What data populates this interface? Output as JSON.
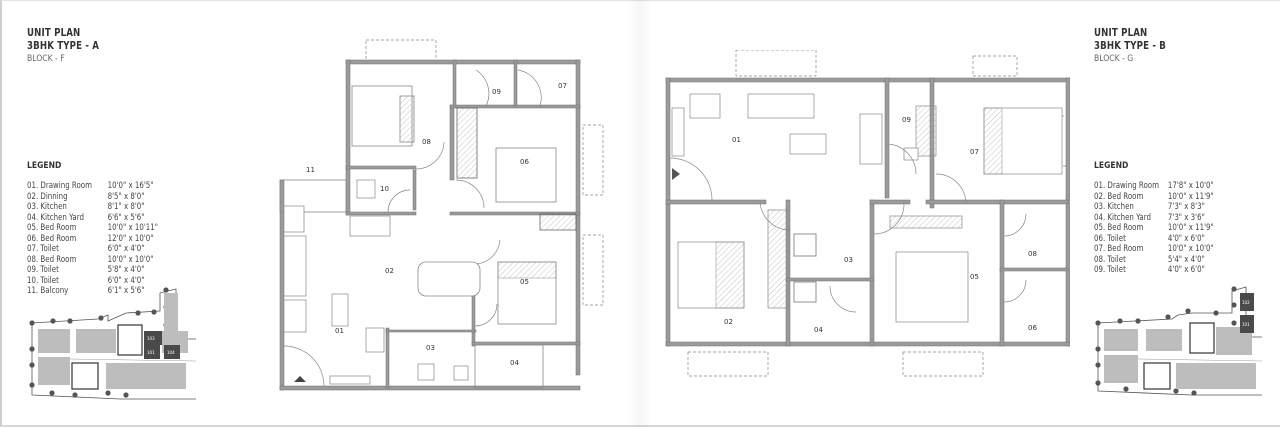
{
  "left": {
    "title": "UNIT PLAN",
    "subtitle": "3BHK TYPE - A",
    "block": "BLOCK - F",
    "legend_title": "LEGEND",
    "legend": [
      {
        "name": "01. Drawing Room",
        "dim": "10'0\" x 16'5\""
      },
      {
        "name": "02. Dinning",
        "dim": "8'5\" x 8'0\""
      },
      {
        "name": "03. Kitchen",
        "dim": "8'1\" x 8'0\""
      },
      {
        "name": "04. Kitchen Yard",
        "dim": "6'6\" x 5'6\""
      },
      {
        "name": "05. Bed Room",
        "dim": "10'0\" x 10'11\""
      },
      {
        "name": "06. Bed Room",
        "dim": "12'0\" x 10'0\""
      },
      {
        "name": "07. Toilet",
        "dim": "6'0\" x 4'0\""
      },
      {
        "name": "08. Bed Room",
        "dim": "10'0\" x 10'0\""
      },
      {
        "name": "09. Toilet",
        "dim": "5'8\" x 4'0\""
      },
      {
        "name": "10. Toilet",
        "dim": "6'0\" x 4'0\""
      },
      {
        "name": "11. Balcony",
        "dim": "6'1\" x 5'6\""
      }
    ],
    "plan_labels": {
      "r01": "01",
      "r02": "02",
      "r03": "03",
      "r04": "04",
      "r05": "05",
      "r06": "06",
      "r07": "07",
      "r08": "08",
      "r09": "09",
      "r10": "10",
      "r11": "11"
    },
    "keyplan_units": [
      "103",
      "101",
      "104"
    ]
  },
  "right": {
    "title": "UNIT PLAN",
    "subtitle": "3BHK TYPE - B",
    "block": "BLOCK - G",
    "legend_title": "LEGEND",
    "legend": [
      {
        "name": "01. Drawing Room",
        "dim": "17'8\" x 10'0\""
      },
      {
        "name": "02. Bed Room",
        "dim": "10'0\" x 11'9\""
      },
      {
        "name": "03. Kitchen",
        "dim": "7'3\" x 8'3\""
      },
      {
        "name": "04. Kitchen Yard",
        "dim": "7'3\" x 3'6\""
      },
      {
        "name": "05. Bed Room",
        "dim": "10'0\" x 11'9\""
      },
      {
        "name": "06. Toilet",
        "dim": "4'0\" x 6'0\""
      },
      {
        "name": "07. Bed Room",
        "dim": "10'0\" x 10'0\""
      },
      {
        "name": "08. Toilet",
        "dim": "5'4\" x 4'0\""
      },
      {
        "name": "09. Toilet",
        "dim": "4'0\" x 6'0\""
      }
    ],
    "plan_labels": {
      "r01": "01",
      "r02": "02",
      "r03": "03",
      "r04": "04",
      "r05": "05",
      "r06": "06",
      "r07": "07",
      "r08": "08",
      "r09": "09"
    },
    "keyplan_units": [
      "102",
      "101"
    ]
  },
  "colors": {
    "wall": "#9b9b9b",
    "wall_edge": "#6e6e6e",
    "line": "#8a8a8a",
    "keyplan_fill": "#bdbdbd",
    "keyplan_highlight": "#4a4a4a",
    "text": "#333333"
  }
}
